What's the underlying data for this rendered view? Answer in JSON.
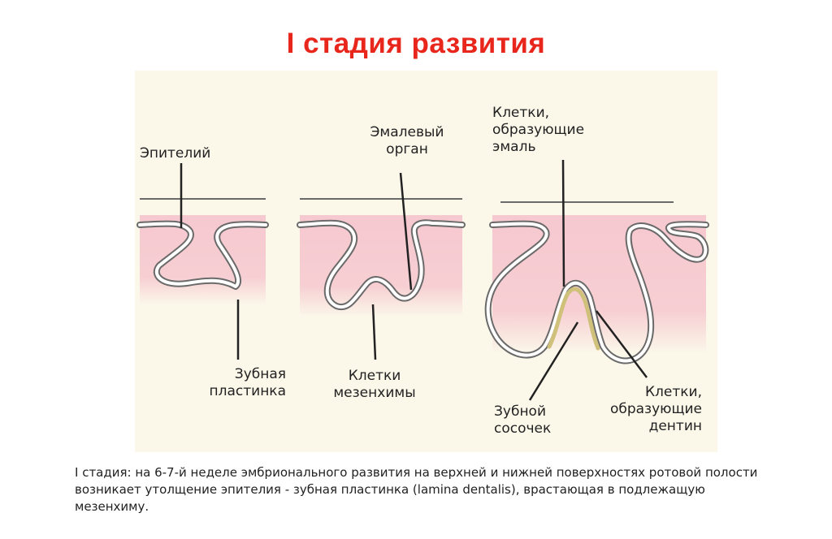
{
  "title": "I стадия развития",
  "diagram": {
    "labels": {
      "epithelium": "Эпителий",
      "dental_lamina_line1": "Зубная",
      "dental_lamina_line2": "пластинка",
      "enamel_organ_line1": "Эмалевый",
      "enamel_organ_line2": "орган",
      "mesenchyme_line1": "Клетки",
      "mesenchyme_line2": "мезенхимы",
      "ameloblasts_line1": "Клетки,",
      "ameloblasts_line2": "образующие",
      "ameloblasts_line3": "эмаль",
      "papilla_line1": "Зубной",
      "papilla_line2": "сосочек",
      "odontoblasts_line1": "Клетки,",
      "odontoblasts_line2": "образующие",
      "odontoblasts_line3": "дентин"
    },
    "colors": {
      "background": "#fbf7e9",
      "tissue_pink": "#f6c8cf",
      "outline": "#6a6a6a",
      "lining": "#ffffff",
      "cell_layer": "#cfc07a"
    }
  },
  "caption": "I стадия: на 6-7-й неделе эмбрионального развития на верхней и нижней поверхностях ротовой полости возникает утолщение эпителия - зубная пластинка (lamina dentalis), врастающая в подлежащую мезенхиму.",
  "title_color": "#e8261c"
}
